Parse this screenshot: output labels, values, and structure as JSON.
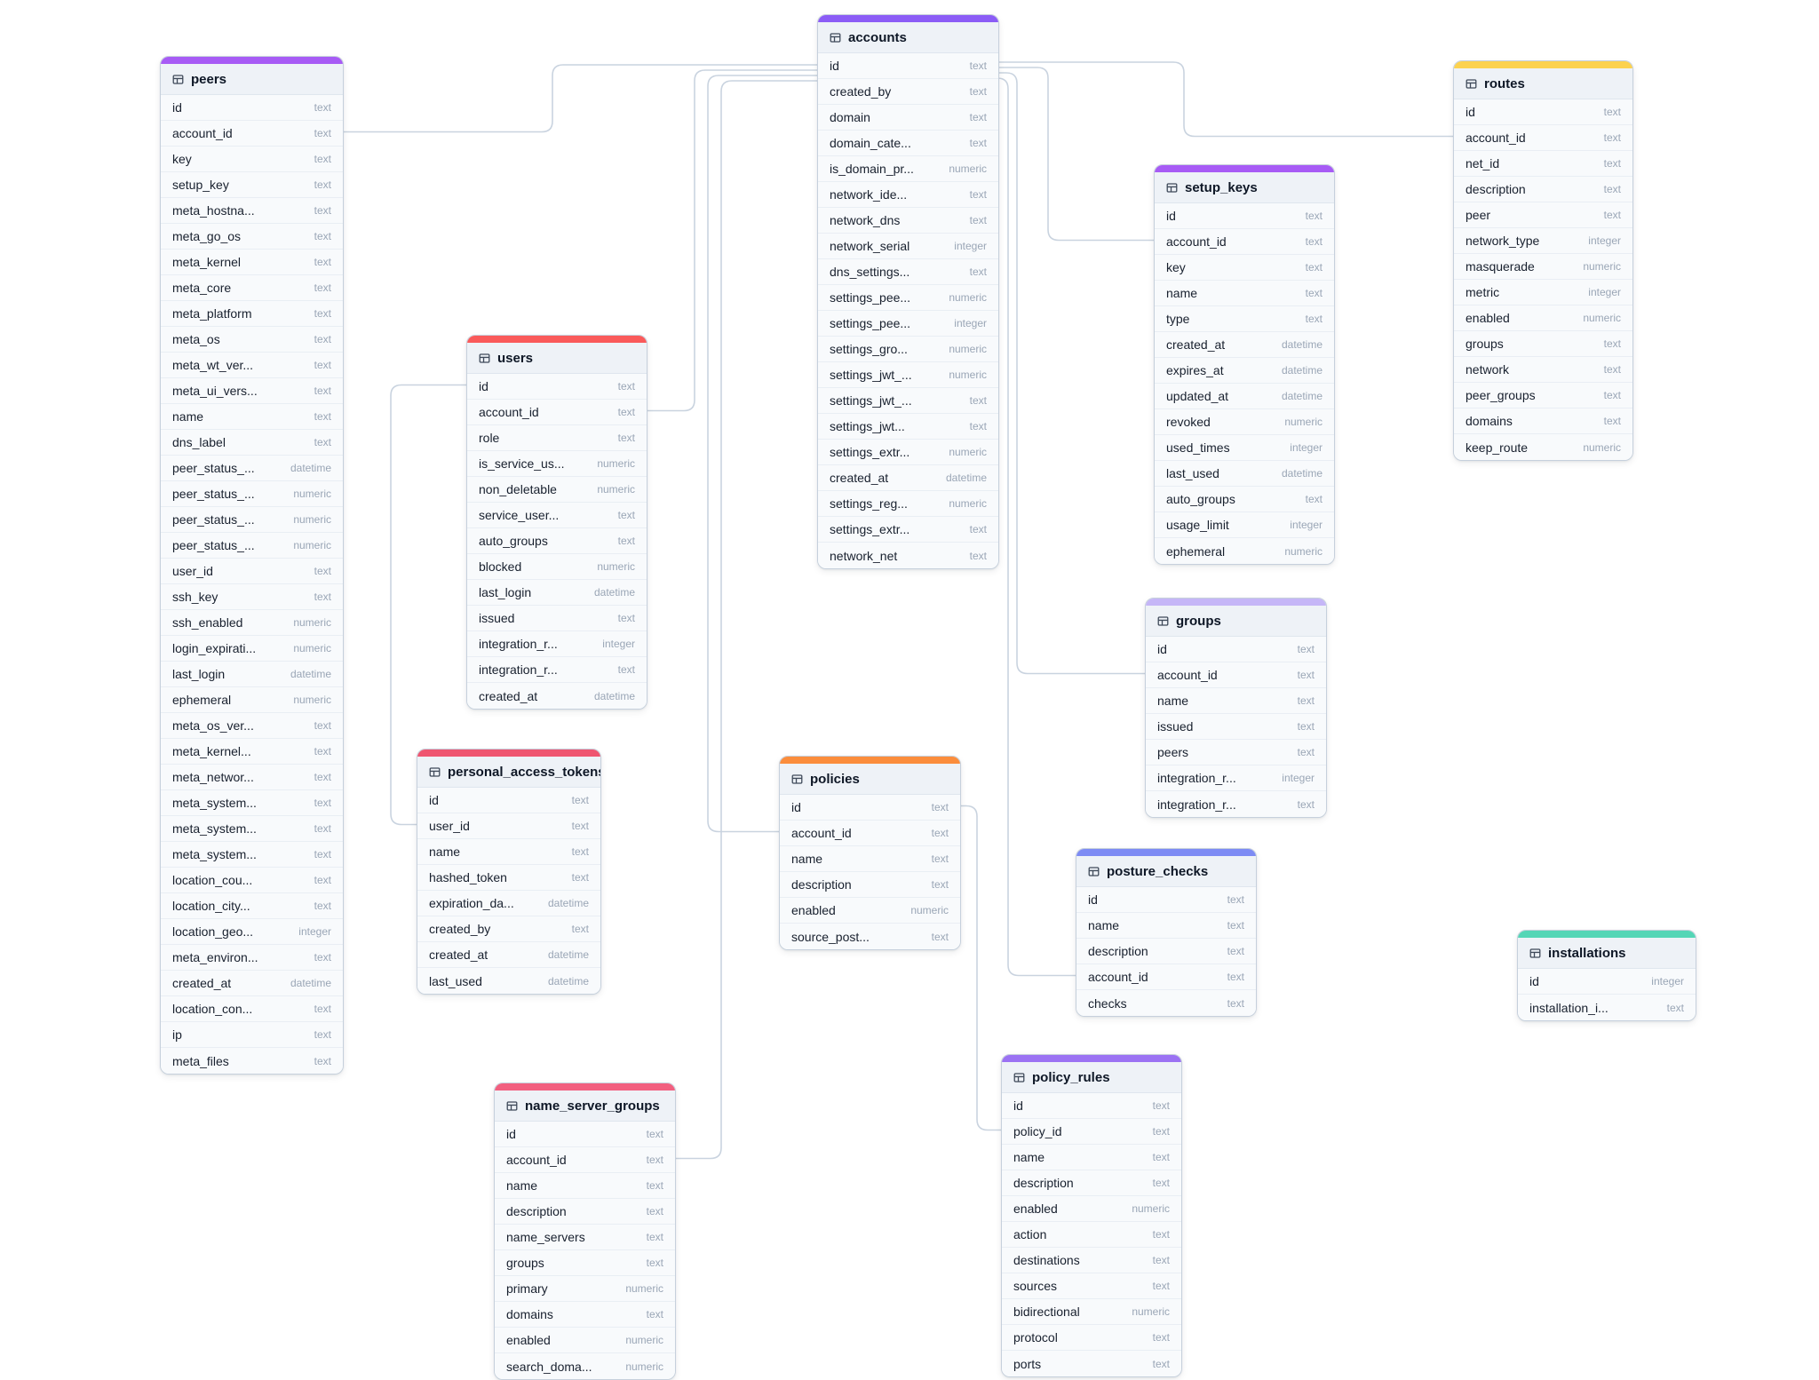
{
  "diagram": {
    "background_color": "#ffffff",
    "connector_color": "#c9d3df"
  },
  "tables": [
    {
      "name": "peers",
      "accent_color": "#a75bf5",
      "fields": [
        {
          "name": "id",
          "type": "text"
        },
        {
          "name": "account_id",
          "type": "text"
        },
        {
          "name": "key",
          "type": "text"
        },
        {
          "name": "setup_key",
          "type": "text"
        },
        {
          "name": "meta_hostna...",
          "type": "text"
        },
        {
          "name": "meta_go_os",
          "type": "text"
        },
        {
          "name": "meta_kernel",
          "type": "text"
        },
        {
          "name": "meta_core",
          "type": "text"
        },
        {
          "name": "meta_platform",
          "type": "text"
        },
        {
          "name": "meta_os",
          "type": "text"
        },
        {
          "name": "meta_wt_ver...",
          "type": "text"
        },
        {
          "name": "meta_ui_vers...",
          "type": "text"
        },
        {
          "name": "name",
          "type": "text"
        },
        {
          "name": "dns_label",
          "type": "text"
        },
        {
          "name": "peer_status_...",
          "type": "datetime"
        },
        {
          "name": "peer_status_...",
          "type": "numeric"
        },
        {
          "name": "peer_status_...",
          "type": "numeric"
        },
        {
          "name": "peer_status_...",
          "type": "numeric"
        },
        {
          "name": "user_id",
          "type": "text"
        },
        {
          "name": "ssh_key",
          "type": "text"
        },
        {
          "name": "ssh_enabled",
          "type": "numeric"
        },
        {
          "name": "login_expirati...",
          "type": "numeric"
        },
        {
          "name": "last_login",
          "type": "datetime"
        },
        {
          "name": "ephemeral",
          "type": "numeric"
        },
        {
          "name": "meta_os_ver...",
          "type": "text"
        },
        {
          "name": "meta_kernel...",
          "type": "text"
        },
        {
          "name": "meta_networ...",
          "type": "text"
        },
        {
          "name": "meta_system...",
          "type": "text"
        },
        {
          "name": "meta_system...",
          "type": "text"
        },
        {
          "name": "meta_system...",
          "type": "text"
        },
        {
          "name": "location_cou...",
          "type": "text"
        },
        {
          "name": "location_city...",
          "type": "text"
        },
        {
          "name": "location_geo...",
          "type": "integer"
        },
        {
          "name": "meta_environ...",
          "type": "text"
        },
        {
          "name": "created_at",
          "type": "datetime"
        },
        {
          "name": "location_con...",
          "type": "text"
        },
        {
          "name": "ip",
          "type": "text"
        },
        {
          "name": "meta_files",
          "type": "text"
        }
      ]
    },
    {
      "name": "users",
      "accent_color": "#fa5a5a",
      "fields": [
        {
          "name": "id",
          "type": "text"
        },
        {
          "name": "account_id",
          "type": "text"
        },
        {
          "name": "role",
          "type": "text"
        },
        {
          "name": "is_service_us...",
          "type": "numeric"
        },
        {
          "name": "non_deletable",
          "type": "numeric"
        },
        {
          "name": "service_user...",
          "type": "text"
        },
        {
          "name": "auto_groups",
          "type": "text"
        },
        {
          "name": "blocked",
          "type": "numeric"
        },
        {
          "name": "last_login",
          "type": "datetime"
        },
        {
          "name": "issued",
          "type": "text"
        },
        {
          "name": "integration_r...",
          "type": "integer"
        },
        {
          "name": "integration_r...",
          "type": "text"
        },
        {
          "name": "created_at",
          "type": "datetime"
        }
      ]
    },
    {
      "name": "personal_access_tokens",
      "accent_color": "#ef5570",
      "fields": [
        {
          "name": "id",
          "type": "text"
        },
        {
          "name": "user_id",
          "type": "text"
        },
        {
          "name": "name",
          "type": "text"
        },
        {
          "name": "hashed_token",
          "type": "text"
        },
        {
          "name": "expiration_da...",
          "type": "datetime"
        },
        {
          "name": "created_by",
          "type": "text"
        },
        {
          "name": "created_at",
          "type": "datetime"
        },
        {
          "name": "last_used",
          "type": "datetime"
        }
      ]
    },
    {
      "name": "name_server_groups",
      "accent_color": "#f25f7f",
      "fields": [
        {
          "name": "id",
          "type": "text"
        },
        {
          "name": "account_id",
          "type": "text"
        },
        {
          "name": "name",
          "type": "text"
        },
        {
          "name": "description",
          "type": "text"
        },
        {
          "name": "name_servers",
          "type": "text"
        },
        {
          "name": "groups",
          "type": "text"
        },
        {
          "name": "primary",
          "type": "numeric"
        },
        {
          "name": "domains",
          "type": "text"
        },
        {
          "name": "enabled",
          "type": "numeric"
        },
        {
          "name": "search_doma...",
          "type": "numeric"
        }
      ]
    },
    {
      "name": "accounts",
      "accent_color": "#8b5cf6",
      "fields": [
        {
          "name": "id",
          "type": "text"
        },
        {
          "name": "created_by",
          "type": "text"
        },
        {
          "name": "domain",
          "type": "text"
        },
        {
          "name": "domain_cate...",
          "type": "text"
        },
        {
          "name": "is_domain_pr...",
          "type": "numeric"
        },
        {
          "name": "network_ide...",
          "type": "text"
        },
        {
          "name": "network_dns",
          "type": "text"
        },
        {
          "name": "network_serial",
          "type": "integer"
        },
        {
          "name": "dns_settings...",
          "type": "text"
        },
        {
          "name": "settings_pee...",
          "type": "numeric"
        },
        {
          "name": "settings_pee...",
          "type": "integer"
        },
        {
          "name": "settings_gro...",
          "type": "numeric"
        },
        {
          "name": "settings_jwt_...",
          "type": "numeric"
        },
        {
          "name": "settings_jwt_...",
          "type": "text"
        },
        {
          "name": "settings_jwt...",
          "type": "text"
        },
        {
          "name": "settings_extr...",
          "type": "numeric"
        },
        {
          "name": "created_at",
          "type": "datetime"
        },
        {
          "name": "settings_reg...",
          "type": "numeric"
        },
        {
          "name": "settings_extr...",
          "type": "text"
        },
        {
          "name": "network_net",
          "type": "text"
        }
      ]
    },
    {
      "name": "policies",
      "accent_color": "#fb8d3c",
      "fields": [
        {
          "name": "id",
          "type": "text"
        },
        {
          "name": "account_id",
          "type": "text"
        },
        {
          "name": "name",
          "type": "text"
        },
        {
          "name": "description",
          "type": "text"
        },
        {
          "name": "enabled",
          "type": "numeric"
        },
        {
          "name": "source_post...",
          "type": "text"
        }
      ]
    },
    {
      "name": "setup_keys",
      "accent_color": "#a75bf5",
      "fields": [
        {
          "name": "id",
          "type": "text"
        },
        {
          "name": "account_id",
          "type": "text"
        },
        {
          "name": "key",
          "type": "text"
        },
        {
          "name": "name",
          "type": "text"
        },
        {
          "name": "type",
          "type": "text"
        },
        {
          "name": "created_at",
          "type": "datetime"
        },
        {
          "name": "expires_at",
          "type": "datetime"
        },
        {
          "name": "updated_at",
          "type": "datetime"
        },
        {
          "name": "revoked",
          "type": "numeric"
        },
        {
          "name": "used_times",
          "type": "integer"
        },
        {
          "name": "last_used",
          "type": "datetime"
        },
        {
          "name": "auto_groups",
          "type": "text"
        },
        {
          "name": "usage_limit",
          "type": "integer"
        },
        {
          "name": "ephemeral",
          "type": "numeric"
        }
      ]
    },
    {
      "name": "groups",
      "accent_color": "#c5b6f7",
      "fields": [
        {
          "name": "id",
          "type": "text"
        },
        {
          "name": "account_id",
          "type": "text"
        },
        {
          "name": "name",
          "type": "text"
        },
        {
          "name": "issued",
          "type": "text"
        },
        {
          "name": "peers",
          "type": "text"
        },
        {
          "name": "integration_r...",
          "type": "integer"
        },
        {
          "name": "integration_r...",
          "type": "text"
        }
      ]
    },
    {
      "name": "posture_checks",
      "accent_color": "#7d8bf4",
      "fields": [
        {
          "name": "id",
          "type": "text"
        },
        {
          "name": "name",
          "type": "text"
        },
        {
          "name": "description",
          "type": "text"
        },
        {
          "name": "account_id",
          "type": "text"
        },
        {
          "name": "checks",
          "type": "text"
        }
      ]
    },
    {
      "name": "policy_rules",
      "accent_color": "#9b72f3",
      "fields": [
        {
          "name": "id",
          "type": "text"
        },
        {
          "name": "policy_id",
          "type": "text"
        },
        {
          "name": "name",
          "type": "text"
        },
        {
          "name": "description",
          "type": "text"
        },
        {
          "name": "enabled",
          "type": "numeric"
        },
        {
          "name": "action",
          "type": "text"
        },
        {
          "name": "destinations",
          "type": "text"
        },
        {
          "name": "sources",
          "type": "text"
        },
        {
          "name": "bidirectional",
          "type": "numeric"
        },
        {
          "name": "protocol",
          "type": "text"
        },
        {
          "name": "ports",
          "type": "text"
        }
      ]
    },
    {
      "name": "routes",
      "accent_color": "#fcd24f",
      "fields": [
        {
          "name": "id",
          "type": "text"
        },
        {
          "name": "account_id",
          "type": "text"
        },
        {
          "name": "net_id",
          "type": "text"
        },
        {
          "name": "description",
          "type": "text"
        },
        {
          "name": "peer",
          "type": "text"
        },
        {
          "name": "network_type",
          "type": "integer"
        },
        {
          "name": "masquerade",
          "type": "numeric"
        },
        {
          "name": "metric",
          "type": "integer"
        },
        {
          "name": "enabled",
          "type": "numeric"
        },
        {
          "name": "groups",
          "type": "text"
        },
        {
          "name": "network",
          "type": "text"
        },
        {
          "name": "peer_groups",
          "type": "text"
        },
        {
          "name": "domains",
          "type": "text"
        },
        {
          "name": "keep_route",
          "type": "numeric"
        }
      ]
    },
    {
      "name": "installations",
      "accent_color": "#54d6b6",
      "fields": [
        {
          "name": "id",
          "type": "integer"
        },
        {
          "name": "installation_i...",
          "type": "text"
        }
      ]
    }
  ],
  "connections": [
    {
      "from": "peers.account_id",
      "to": "accounts.id"
    },
    {
      "from": "users.account_id",
      "to": "accounts.id"
    },
    {
      "from": "policies.account_id",
      "to": "accounts.id"
    },
    {
      "from": "name_server_groups.account_id",
      "to": "accounts.id"
    },
    {
      "from": "personal_access_tokens.user_id",
      "to": "users.id"
    },
    {
      "from": "policy_rules.policy_id",
      "to": "policies.id"
    },
    {
      "from": "accounts.id",
      "to": "routes.account_id"
    },
    {
      "from": "accounts.id",
      "to": "setup_keys.account_id"
    },
    {
      "from": "accounts.id",
      "to": "groups.account_id"
    },
    {
      "from": "accounts.id",
      "to": "posture_checks.account_id"
    }
  ]
}
